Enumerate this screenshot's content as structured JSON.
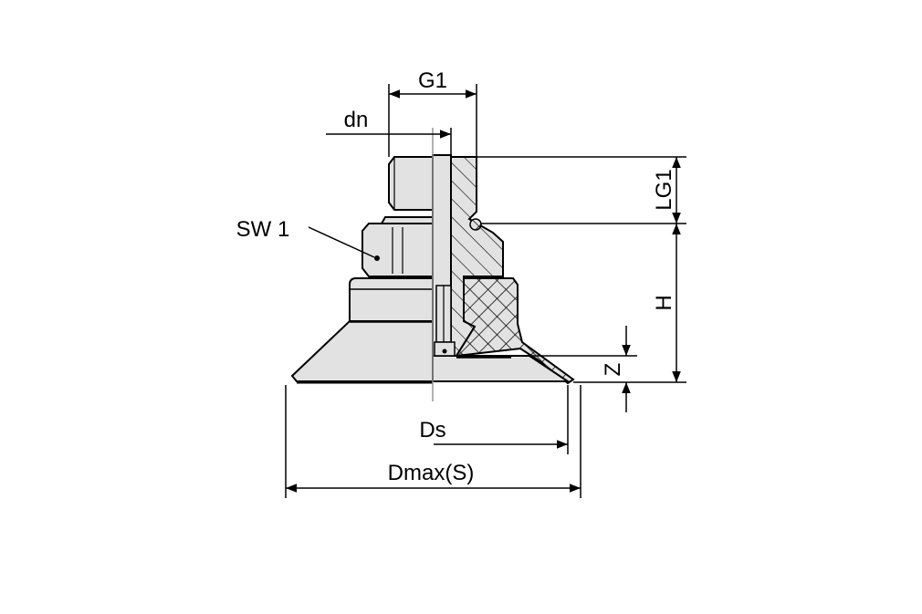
{
  "diagram": {
    "labels": {
      "g1": "G1",
      "dn": "dn",
      "sw1": "SW 1",
      "lg1": "LG1",
      "h": "H",
      "z": "Z",
      "ds": "Ds",
      "dmax": "Dmax(S)"
    },
    "colors": {
      "part_fill": "#e2e2e2",
      "line": "#000000",
      "centerline": "#999999"
    }
  }
}
